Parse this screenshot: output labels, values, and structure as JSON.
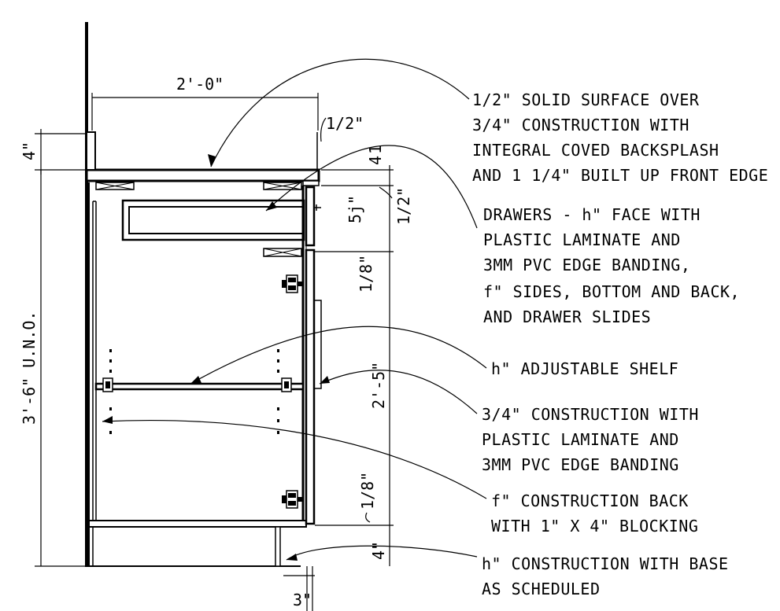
{
  "notes": {
    "countertop": [
      "1/2\" SOLID SURFACE OVER",
      "3/4\" CONSTRUCTION WITH",
      "INTEGRAL COVED BACKSPLASH",
      "AND 1 1/4\" BUILT UP FRONT EDGE"
    ],
    "drawers": [
      "DRAWERS - h\" FACE WITH",
      "PLASTIC LAMINATE AND",
      "3MM PVC EDGE BANDING,",
      "f\" SIDES, BOTTOM AND BACK,",
      "AND DRAWER SLIDES"
    ],
    "shelf": [
      "h\" ADJUSTABLE SHELF"
    ],
    "construction": [
      "3/4\" CONSTRUCTION WITH",
      "PLASTIC LAMINATE AND",
      "3MM PVC EDGE BANDING"
    ],
    "back": [
      "f\" CONSTRUCTION BACK",
      "WITH 1\" X 4\" BLOCKING"
    ],
    "base": [
      "h\" CONSTRUCTION WITH BASE",
      "AS SCHEDULED"
    ]
  },
  "dimensions": {
    "width": "2'-0\"",
    "top_reveal": "1/2\"",
    "backsplash_height": "4\"",
    "total_height": "3'-6\" U.N.O.",
    "edge_thickness": "1",
    "edge_fraction": "4",
    "drawer_height": "5",
    "drawer_fraction": "j\"",
    "drawer_gap": "1/2\"",
    "reveal_upper": "1/8\"",
    "door_height": "2'-5\"",
    "reveal_lower": "1/8\"",
    "toe_kick_height": "4\"",
    "toe_kick_depth": "3\""
  }
}
